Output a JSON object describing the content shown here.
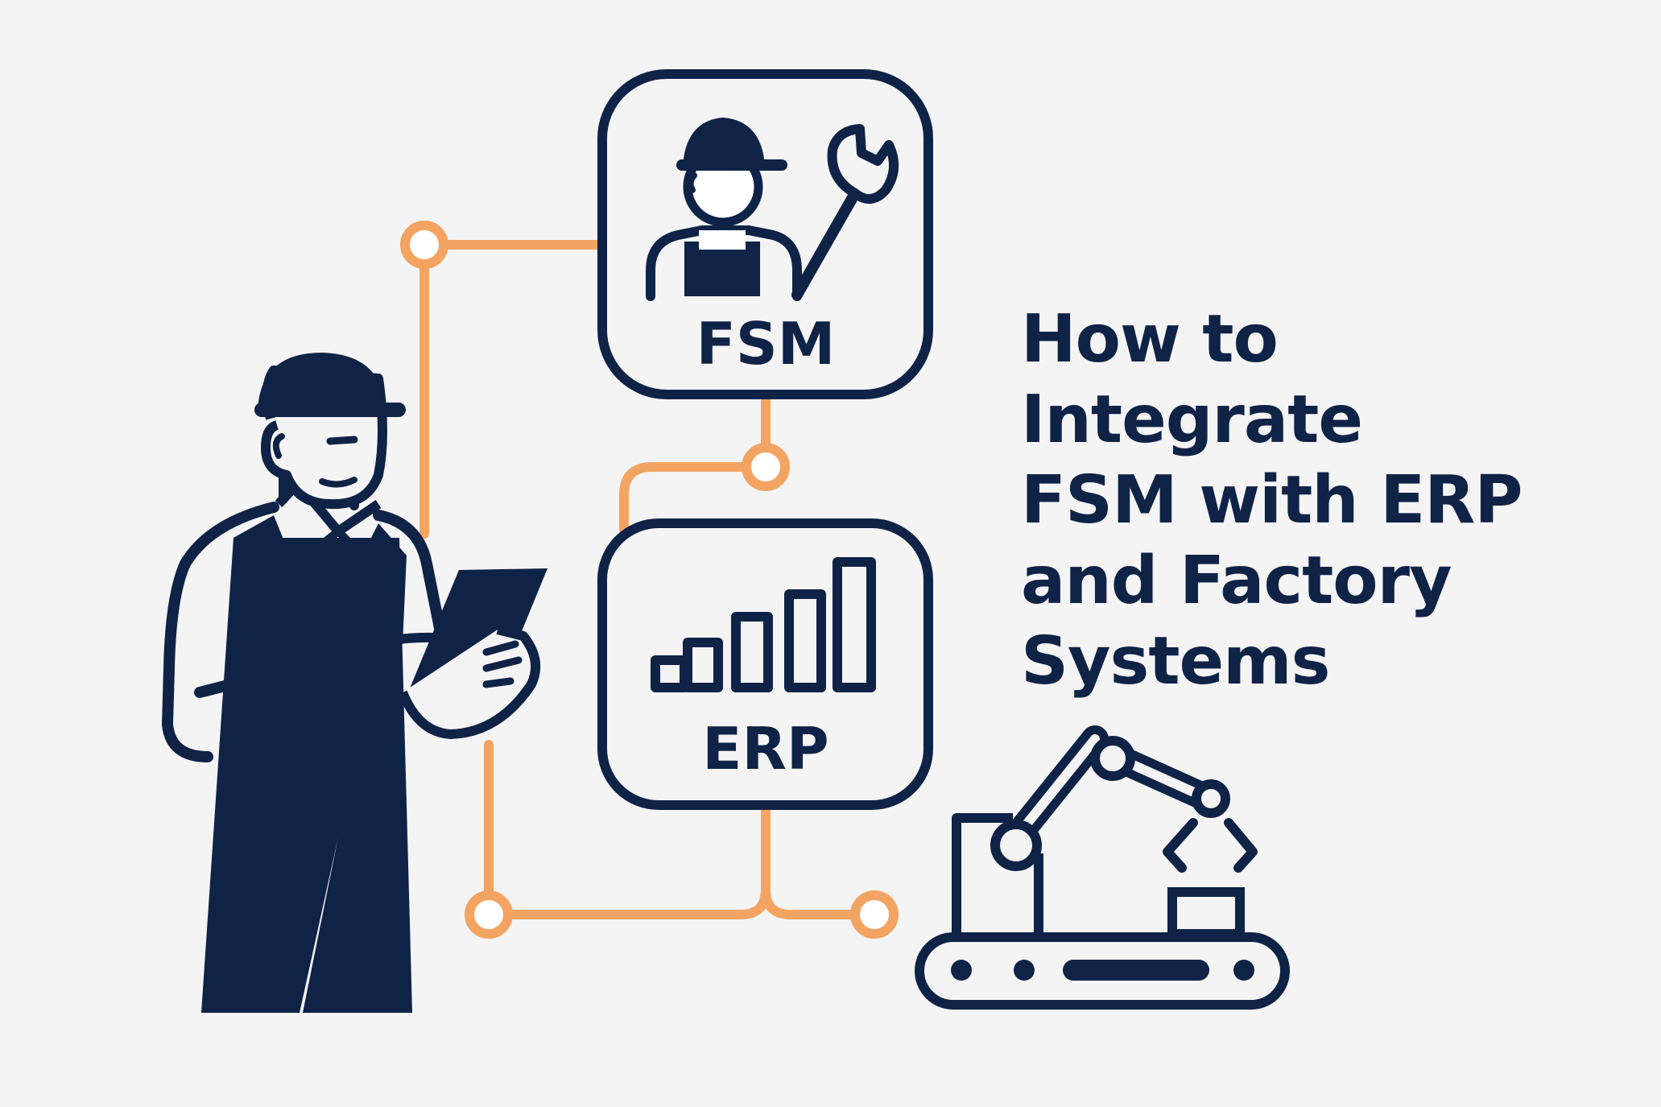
{
  "title_lines": [
    "How to",
    "Integrate",
    "FSM with ERP",
    "and Factory",
    "Systems"
  ],
  "boxes": {
    "fsm": {
      "label": "FSM",
      "icon": "technician-with-wrench-icon"
    },
    "erp": {
      "label": "ERP",
      "icon": "bar-chart-icon"
    }
  },
  "icons": {
    "worker": "worker-with-tablet-icon",
    "factory": "robotic-arm-conveyor-icon"
  },
  "colors": {
    "navy": "#0f2347",
    "connector": "#f4a462",
    "background": "#f4f4f4",
    "white": "#ffffff"
  }
}
